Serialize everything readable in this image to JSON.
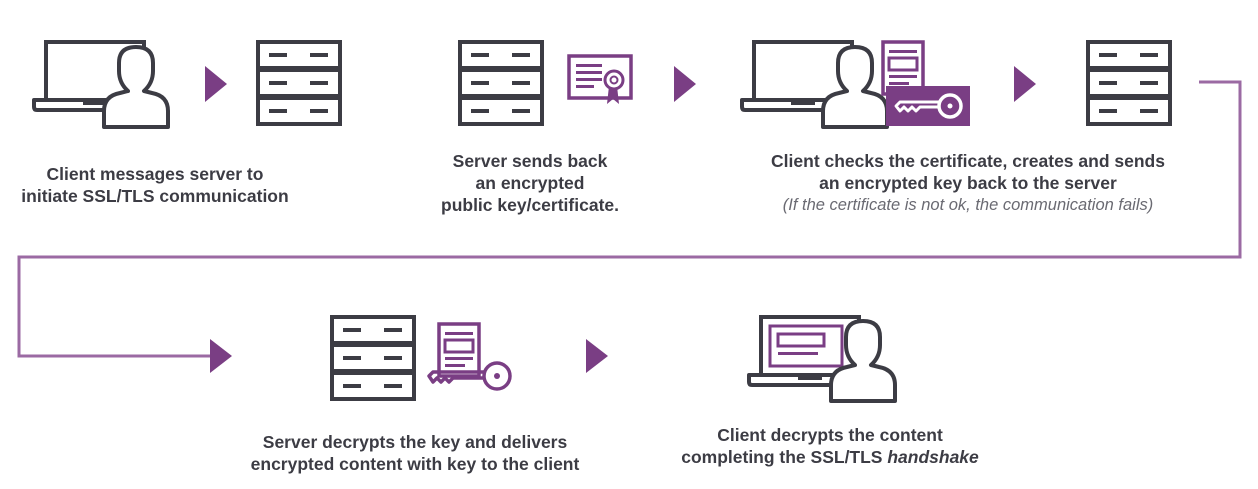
{
  "colors": {
    "accent": "#7a3e84",
    "icon": "#3c3c44",
    "text": "#3c3c44",
    "note": "#6a6a72"
  },
  "steps": [
    {
      "icons": [
        "laptop-user-icon",
        "server-icon"
      ],
      "lines": [
        "Client messages server to",
        "initiate SSL/TLS communication"
      ]
    },
    {
      "icons": [
        "server-icon",
        "certificate-icon"
      ],
      "lines": [
        "Server sends back",
        "an encrypted",
        "public key/certificate."
      ]
    },
    {
      "icons": [
        "laptop-user-icon",
        "document-icon",
        "key-icon",
        "server-icon"
      ],
      "lines": [
        "Client checks the certificate, creates and sends",
        "an encrypted key back to the server"
      ],
      "note": "(If the certificate is not ok, the communication fails)"
    },
    {
      "icons": [
        "server-icon",
        "document-icon",
        "key-icon"
      ],
      "lines": [
        "Server decrypts the key and delivers",
        "encrypted content with key to the client"
      ]
    },
    {
      "icons": [
        "laptop-user-icon"
      ],
      "lines": [
        "Client decrypts the content"
      ],
      "line2_prefix": "completing the SSL/TLS ",
      "line2_emphasis": "handshake"
    }
  ]
}
